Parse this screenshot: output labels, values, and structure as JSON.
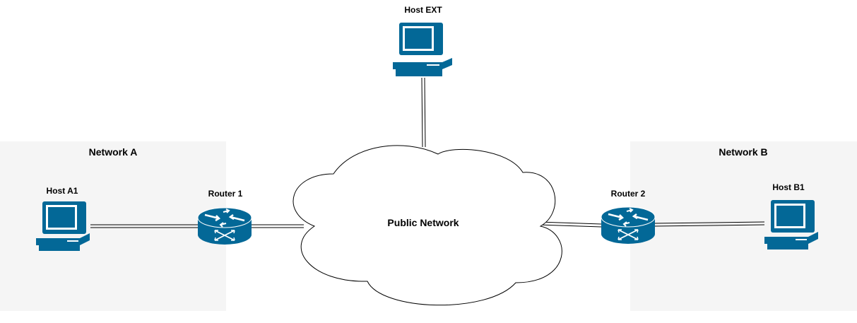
{
  "zones": {
    "network_a": {
      "label": "Network A"
    },
    "network_b": {
      "label": "Network B"
    }
  },
  "nodes": {
    "host_ext": {
      "label": "Host EXT",
      "type": "workstation"
    },
    "host_a1": {
      "label": "Host A1",
      "type": "workstation"
    },
    "host_b1": {
      "label": "Host B1",
      "type": "workstation"
    },
    "router_1": {
      "label": "Router 1",
      "type": "router"
    },
    "router_2": {
      "label": "Router 2",
      "type": "router"
    },
    "public_network": {
      "label": "Public Network",
      "type": "cloud"
    }
  },
  "links": [
    {
      "from": "host_a1",
      "to": "router_1"
    },
    {
      "from": "router_1",
      "to": "public_network"
    },
    {
      "from": "host_ext",
      "to": "public_network"
    },
    {
      "from": "public_network",
      "to": "router_2"
    },
    {
      "from": "router_2",
      "to": "host_b1"
    }
  ],
  "colors": {
    "device": "#036897",
    "device_light": "#ffffff",
    "zone_fill": "#f5f5f5",
    "link": "#000000"
  }
}
